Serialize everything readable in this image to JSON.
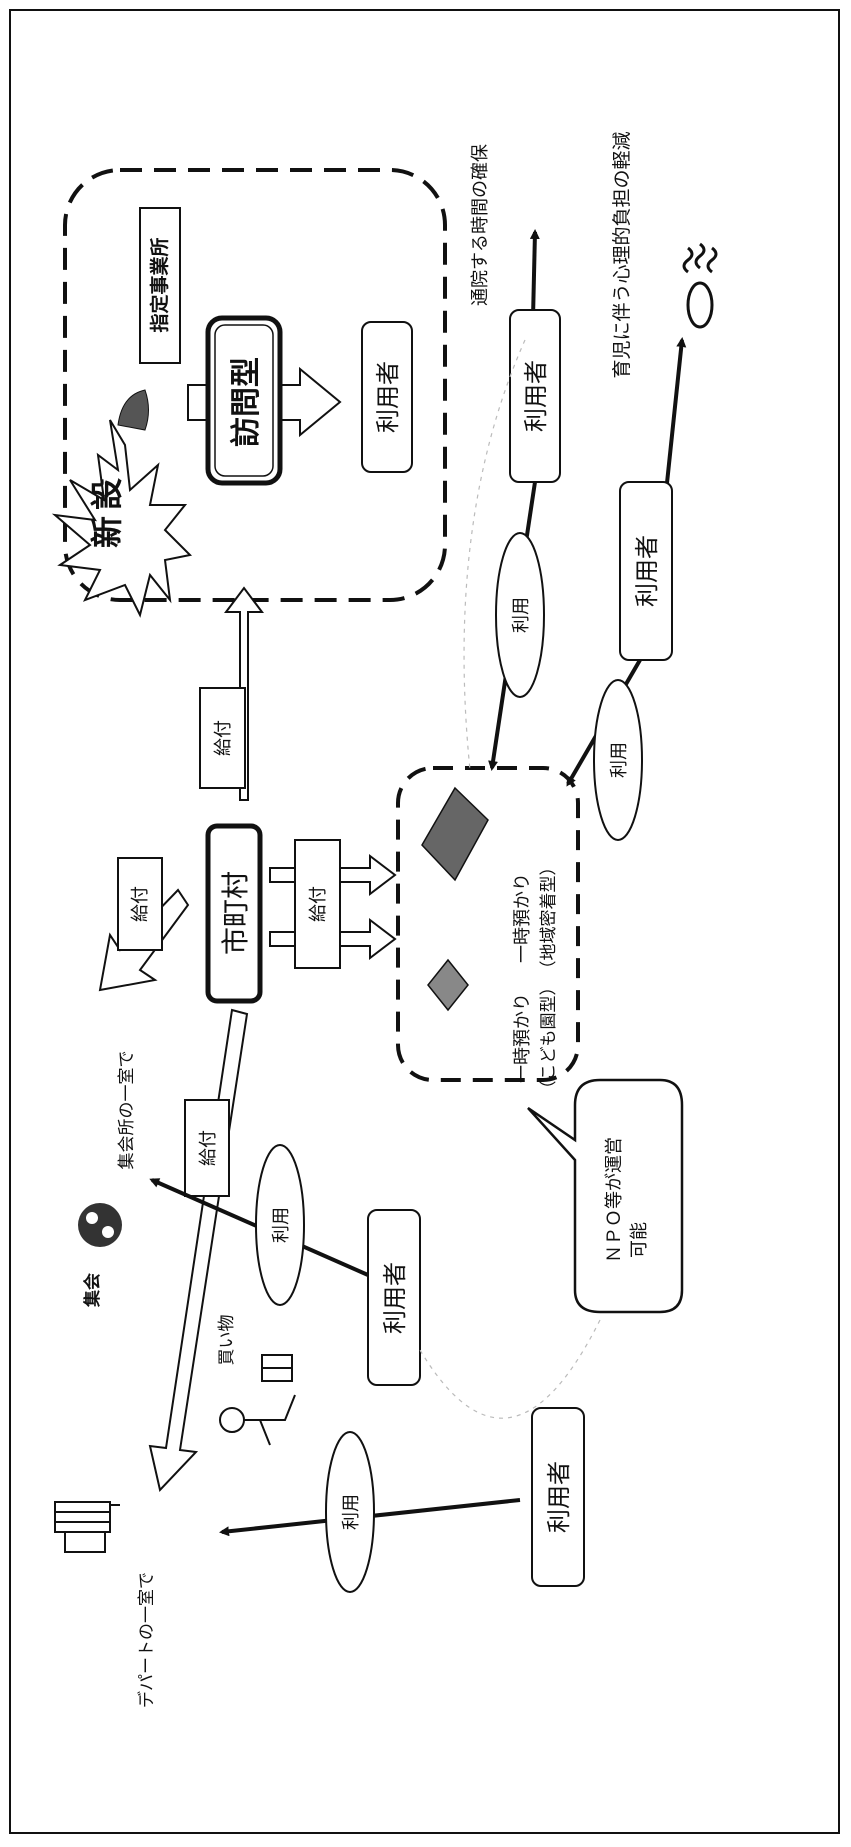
{
  "labels": {
    "shinsetsu": "新設",
    "shitei_jigyosho": "指定事業所",
    "houmongata": "訪問型",
    "riyousha": "利用者",
    "kyufu": "給付",
    "shichoson": "市町村",
    "riyou": "利用",
    "ichiji_kodomoen": "一時預かり",
    "ichiji_kodomoen_sub": "（こども園型）",
    "ichiji_chiiki": "一時預かり",
    "ichiji_chiiki_sub": "（地域密着型）",
    "npo_line1": "ＮＰＯ等が運営",
    "npo_line2": "可能",
    "tsuin": "通院する時間の確保",
    "ikuji": "育児に伴う心理的負担の軽減",
    "shukaijo": "集会所の一室で",
    "shukai": "集会",
    "department": "デパートの一室で",
    "kaimono": "買い物"
  },
  "icons": [
    "starburst-icon",
    "cap-icon",
    "steam-icon",
    "diamond-icon",
    "building-icon",
    "meeting-icon",
    "shopper-icon"
  ]
}
